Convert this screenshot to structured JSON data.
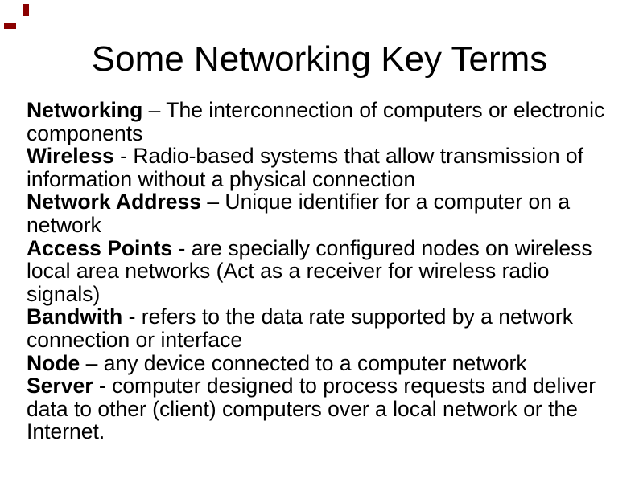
{
  "slide": {
    "title": "Some Networking Key Terms",
    "background_color": "#ffffff",
    "text_color": "#000000",
    "corner_mark_color": "#8b0000",
    "lines": [
      {
        "term": "Networking",
        "rest": " – The interconnection of computers or electronic"
      },
      {
        "term": "",
        "rest": "components"
      },
      {
        "term": "Wireless",
        "rest": " - Radio-based systems that allow transmission of"
      },
      {
        "term": "",
        "rest": "information without a physical connection"
      },
      {
        "term": "Network Address",
        "rest": " – Unique identifier for a computer on a"
      },
      {
        "term": "",
        "rest": "network"
      },
      {
        "term": "Access Points",
        "rest": " - are specially configured nodes on wireless"
      },
      {
        "term": "",
        "rest": "local area networks (Act as a receiver for wireless radio"
      },
      {
        "term": "",
        "rest": "signals)"
      },
      {
        "term": "Bandwith",
        "rest": " - refers to the data rate supported by a network"
      },
      {
        "term": "",
        "rest": "connection or interface"
      },
      {
        "term": "Node",
        "rest": " – any device connected to a computer network"
      },
      {
        "term": "Server",
        "rest": " - computer designed to process requests and deliver"
      },
      {
        "term": "",
        "rest": "data to other (client) computers over a local network or the"
      },
      {
        "term": "",
        "rest": "Internet."
      }
    ]
  }
}
